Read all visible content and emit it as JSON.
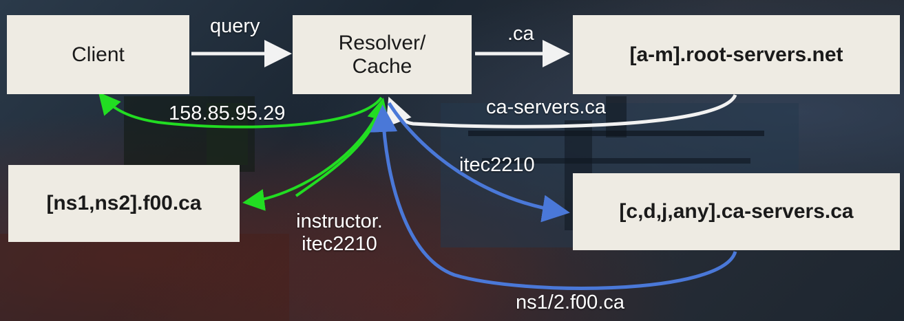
{
  "nodes": {
    "client": "Client",
    "resolver_line1": "Resolver/",
    "resolver_line2": "Cache",
    "root": "[a-m].root-servers.net",
    "ns": "[ns1,ns2].f00.ca",
    "ca_servers": "[c,d,j,any].ca-servers.ca"
  },
  "edges": {
    "query": "query",
    "ca": ".ca",
    "answer_ip": "158.85.95.29",
    "ca_servers_ref": "ca-servers.ca",
    "itec": "itec2210",
    "instructor_line1": "instructor.",
    "instructor_line2": "itec2210",
    "ns_ref": "ns1/2.f00.ca"
  },
  "colors": {
    "white_arrow": "#f2f2f2",
    "green_arrow": "#22dd22",
    "blue_arrow": "#4a78d8",
    "box_fill": "#eeebe3"
  }
}
